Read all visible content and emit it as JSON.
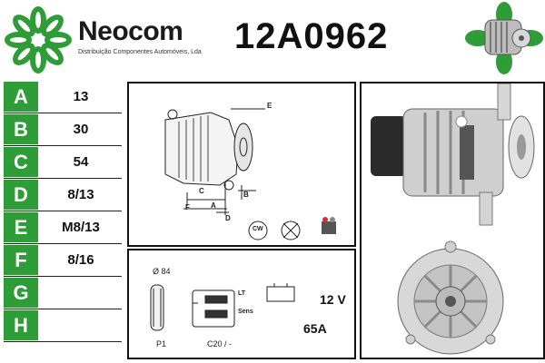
{
  "header": {
    "brand": "Neocom",
    "tagline": "Distribuição Componentes Automóveis, Lda",
    "part_number": "12A0962"
  },
  "specs": [
    {
      "letter": "A",
      "value": "13"
    },
    {
      "letter": "B",
      "value": "30"
    },
    {
      "letter": "C",
      "value": "54"
    },
    {
      "letter": "D",
      "value": "8/13"
    },
    {
      "letter": "E",
      "value": "M8/13"
    },
    {
      "letter": "F",
      "value": "8/16"
    },
    {
      "letter": "G",
      "value": ""
    },
    {
      "letter": "H",
      "value": ""
    },
    {
      "letter": "",
      "value": ""
    }
  ],
  "diagram": {
    "labels": {
      "e": "E",
      "c": "C",
      "b": "B",
      "f": "F",
      "a": "A",
      "d": "D",
      "cw": "CW"
    }
  },
  "electrical": {
    "pulley_diameter": "Ø 84",
    "pulley_type": "P1",
    "connector_lt": "LT",
    "connector_sens": "Sens",
    "connector_code": "C20 / -",
    "voltage": "12 V",
    "amperage": "65A"
  },
  "colors": {
    "brand_green": "#2e9d38"
  }
}
